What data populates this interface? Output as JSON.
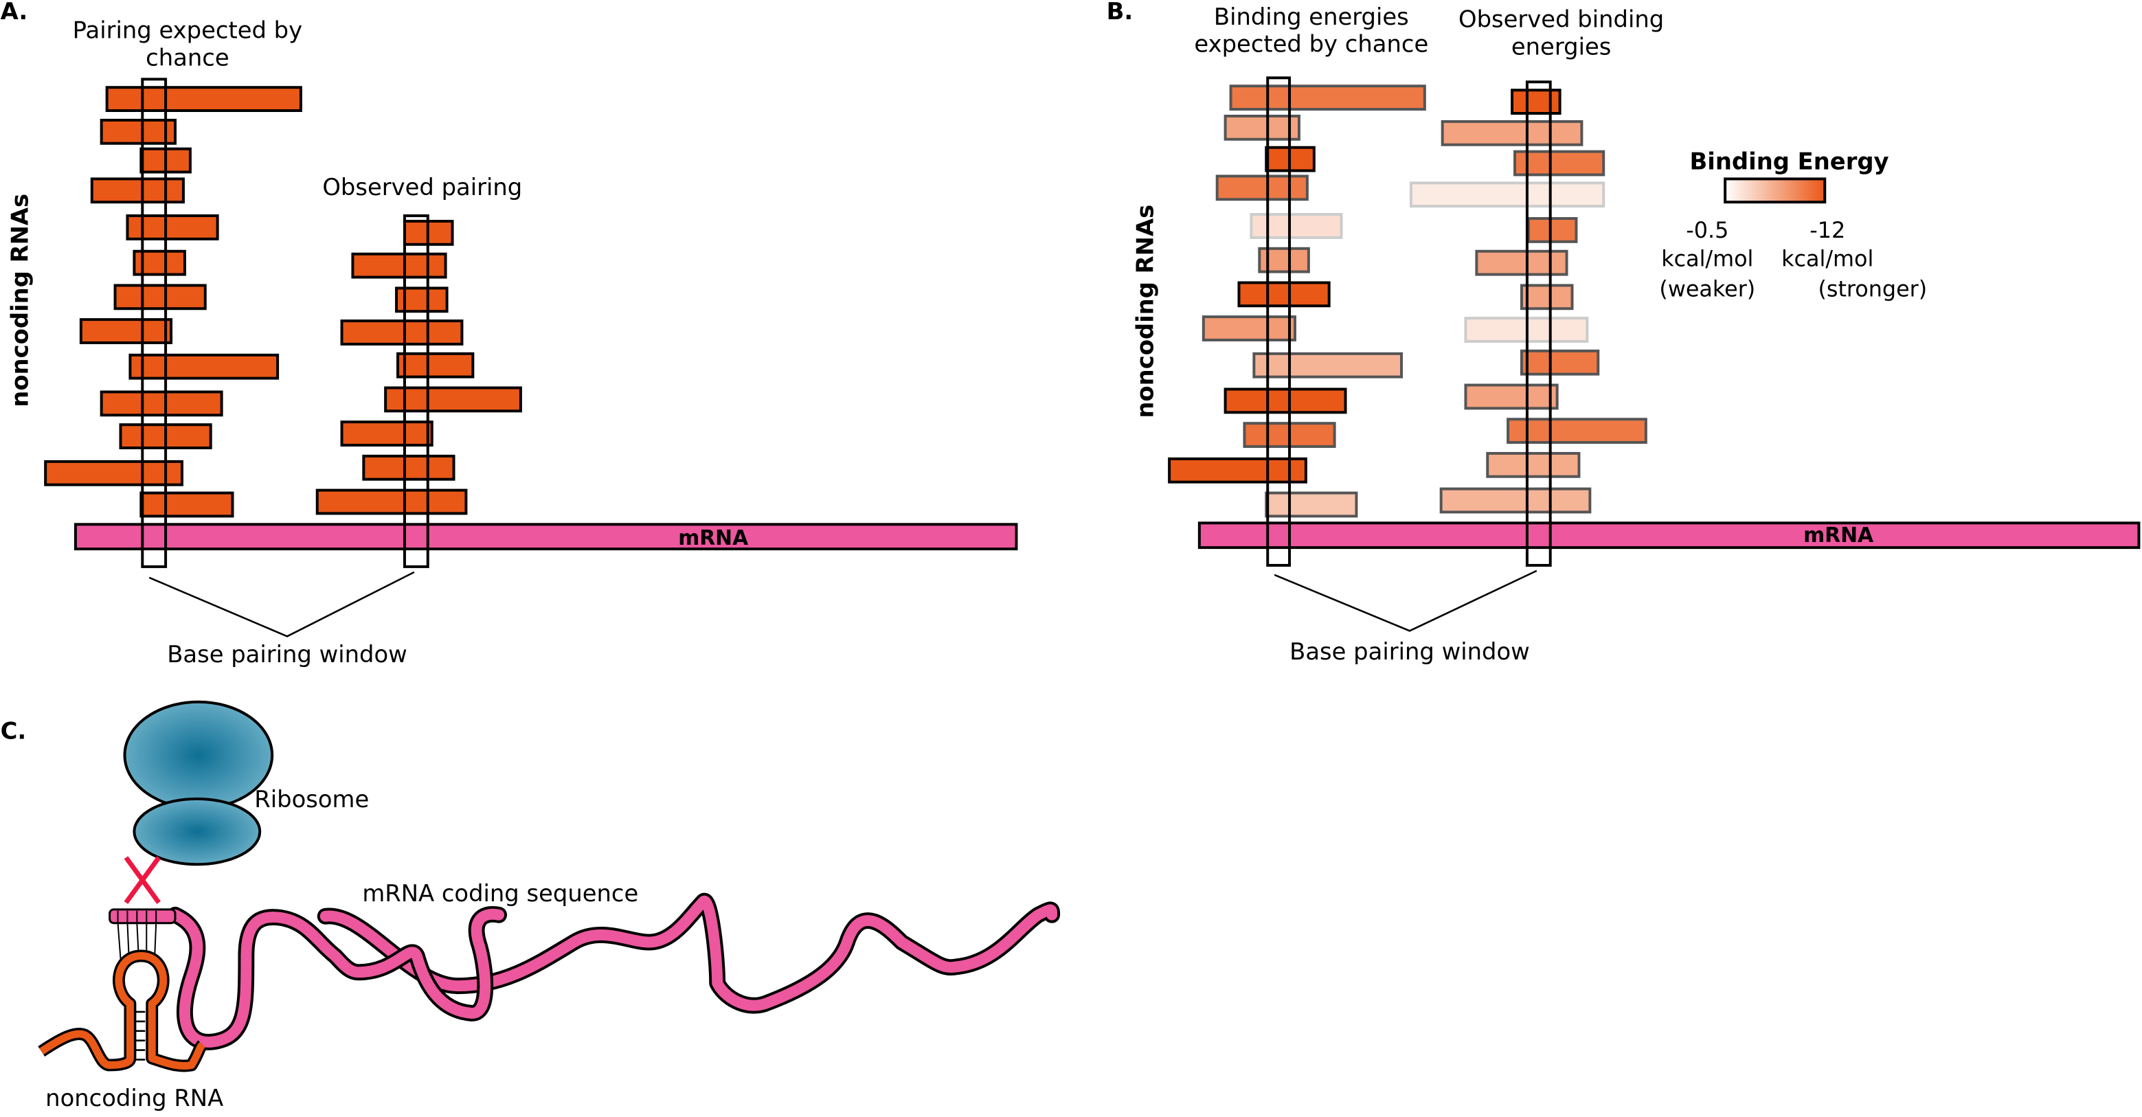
{
  "colors": {
    "pairing": "#ea5817",
    "mrna": "#ec579d",
    "ribosome_center": "#0e6f94",
    "ribosome_edge": "#6fb3cc",
    "block_x": "#ee1742",
    "energy_weak": "#ffffff",
    "energy_strong": "#ea5817"
  },
  "panel_a": {
    "letter": "A.",
    "chance_title": [
      "Pairing expected by",
      "chance"
    ],
    "observed_title": "Observed pairing",
    "y_axis_label": "noncoding RNAs",
    "mrna_label": "mRNA",
    "window_label": "Base pairing window"
  },
  "panel_b": {
    "letter": "B.",
    "chance_title": [
      "Binding energies",
      "expected by chance"
    ],
    "observed_title": [
      "Observed binding",
      "energies"
    ],
    "y_axis_label": "noncoding RNAs",
    "mrna_label": "mRNA",
    "window_label": "Base pairing window",
    "legend": {
      "title": "Binding Energy",
      "min_value": "-0.5",
      "min_unit": "kcal/mol",
      "min_note": "(weaker)",
      "max_value": "-12",
      "max_unit": "kcal/mol",
      "max_note": "(stronger)",
      "range_kcal_mol": [
        -0.5,
        -12
      ]
    }
  },
  "panel_c": {
    "letter": "C.",
    "ribosome_label": "Ribosome",
    "mrna_label": "mRNA coding sequence",
    "ncrna_label": "noncoding RNA",
    "block_symbol": "X"
  },
  "chart_data": [
    {
      "type": "diagram-bars",
      "title": "Pairing expected by chance",
      "panel": "A",
      "description": "noncoding RNA alignments (start, end) along mRNA, relative units; window at 104-121",
      "window": [
        104,
        121
      ],
      "bars": [
        [
          78,
          220
        ],
        [
          74,
          128
        ],
        [
          103,
          139
        ],
        [
          67,
          134
        ],
        [
          93,
          159
        ],
        [
          98,
          135
        ],
        [
          84,
          150
        ],
        [
          59,
          125
        ],
        [
          95,
          203
        ],
        [
          74,
          162
        ],
        [
          88,
          154
        ],
        [
          33,
          133
        ],
        [
          103,
          170
        ]
      ]
    },
    {
      "type": "diagram-bars",
      "title": "Observed pairing",
      "panel": "A",
      "window": [
        296,
        313
      ],
      "bars": [
        [
          296,
          331
        ],
        [
          258,
          326
        ],
        [
          290,
          327
        ],
        [
          250,
          338
        ],
        [
          291,
          346
        ],
        [
          282,
          381
        ],
        [
          250,
          316
        ],
        [
          266,
          332
        ],
        [
          232,
          341
        ]
      ]
    },
    {
      "type": "diagram-bars",
      "title": "Binding energies expected by chance",
      "panel": "B",
      "window": [
        928,
        944
      ],
      "bars": [
        [
          901,
          1043
        ],
        [
          897,
          951
        ],
        [
          927,
          962
        ],
        [
          891,
          957
        ],
        [
          916,
          982
        ],
        [
          922,
          958
        ],
        [
          907,
          973
        ],
        [
          881,
          948
        ],
        [
          918,
          1026
        ],
        [
          897,
          985
        ],
        [
          911,
          977
        ],
        [
          856,
          956
        ],
        [
          927,
          993
        ]
      ],
      "energy_strength": [
        0.8,
        0.55,
        1.0,
        0.8,
        0.2,
        0.6,
        1.0,
        0.6,
        0.45,
        1.0,
        0.85,
        1.0,
        0.35
      ]
    },
    {
      "type": "diagram-bars",
      "title": "Observed binding energies",
      "panel": "B",
      "window": [
        1118,
        1135
      ],
      "bars": [
        [
          1107,
          1142
        ],
        [
          1056,
          1158
        ],
        [
          1109,
          1174
        ],
        [
          1033,
          1174
        ],
        [
          1119,
          1154
        ],
        [
          1081,
          1147
        ],
        [
          1114,
          1151
        ],
        [
          1073,
          1162
        ],
        [
          1114,
          1170
        ],
        [
          1073,
          1140
        ],
        [
          1104,
          1205
        ],
        [
          1089,
          1156
        ],
        [
          1055,
          1164
        ]
      ],
      "energy_strength": [
        1.0,
        0.55,
        0.8,
        0.12,
        0.8,
        0.55,
        0.55,
        0.15,
        0.8,
        0.55,
        0.8,
        0.5,
        0.45
      ]
    }
  ]
}
